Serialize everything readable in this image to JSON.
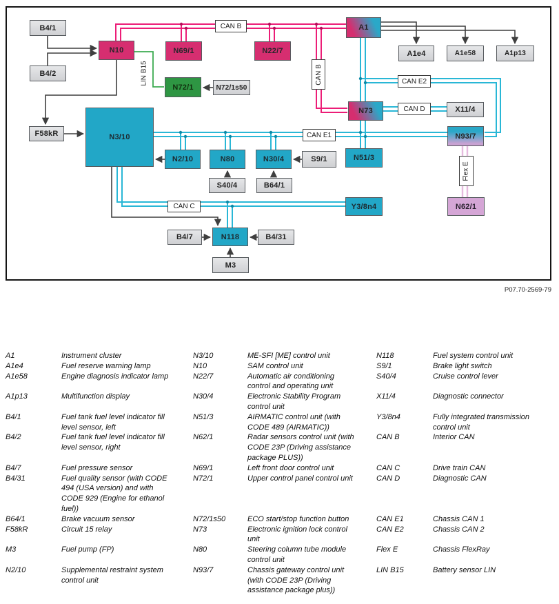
{
  "diagram": {
    "caption": "P07.70-2569-79",
    "boxes": {
      "B4_1": "B4/1",
      "B4_2": "B4/2",
      "N10": "N10",
      "N69_1": "N69/1",
      "N22_7": "N22/7",
      "A1": "A1",
      "A1e4": "A1e4",
      "A1e58": "A1e58",
      "A1p13": "A1p13",
      "N72_1": "N72/1",
      "N72_1s50": "N72/1s50",
      "F58kR": "F58kR",
      "N3_10": "N3/10",
      "N73": "N73",
      "X11_4": "X11/4",
      "N93_7": "N93/7",
      "N2_10": "N2/10",
      "N80": "N80",
      "N30_4": "N30/4",
      "S9_1": "S9/1",
      "N51_3": "N51/3",
      "S40_4": "S40/4",
      "B64_1": "B64/1",
      "Y3_8n4": "Y3/8n4",
      "N62_1": "N62/1",
      "B4_7": "B4/7",
      "N118": "N118",
      "B4_31": "B4/31",
      "M3": "M3"
    },
    "bus_labels": {
      "can_b_top": "CAN B",
      "can_b_vert": "CAN B",
      "can_e2": "CAN E2",
      "can_d": "CAN D",
      "can_e1": "CAN E1",
      "can_c": "CAN C",
      "flex_e": "Flex E",
      "lin_b15": "LIN B15"
    },
    "colors": {
      "can_b_line": "#ec1d77",
      "can_cyan_line": "#29b7d6",
      "flexray_line": "#e5bade",
      "lin_line": "#3cab50",
      "wire_black": "#3f3f3f",
      "box_pink": "#d62e70",
      "box_cyan": "#22a7c7",
      "box_green": "#2e9643",
      "box_purple": "#d5a6d6",
      "box_gray": "#d9dadc"
    }
  },
  "legend": {
    "rows": [
      {
        "c1": "A1",
        "d1": "Instrument cluster",
        "c2": "N3/10",
        "d2": "ME-SFI [ME] control unit",
        "c3": "N118",
        "d3": "Fuel system control unit"
      },
      {
        "c1": "A1e4",
        "d1": "Fuel reserve warning lamp",
        "c2": "N10",
        "d2": "SAM control unit",
        "c3": "S9/1",
        "d3": "Brake light switch"
      },
      {
        "c1": "A1e58",
        "d1": "Engine diagnosis indicator lamp",
        "c2": "N22/7",
        "d2": "Automatic air conditioning control and operating unit",
        "c3": "S40/4",
        "d3": "Cruise control lever"
      },
      {
        "c1": "A1p13",
        "d1": "Multifunction display",
        "c2": "N30/4",
        "d2": "Electronic Stability Program control unit",
        "c3": "X11/4",
        "d3": "Diagnostic connector"
      },
      {
        "c1": "B4/1",
        "d1": "Fuel tank fuel level indicator fill level sensor, left",
        "c2": "N51/3",
        "d2": "AIRMATIC control unit (with CODE 489 (AIRMATIC))",
        "c3": "Y3/8n4",
        "d3": "Fully integrated transmission control unit"
      },
      {
        "c1": "B4/2",
        "d1": "Fuel tank fuel level indicator fill level sensor, right",
        "c2": "N62/1",
        "d2": "Radar sensors control unit (with CODE 23P (Driving assistance package PLUS))",
        "c3": "CAN B",
        "d3": "Interior CAN"
      },
      {
        "c1": "B4/7",
        "d1": "Fuel pressure sensor",
        "c2": "N69/1",
        "d2": "Left front door control unit",
        "c3": "CAN C",
        "d3": "Drive train CAN"
      },
      {
        "c1": "B4/31",
        "d1": "Fuel quality sensor (with CODE 494 (USA version) and with CODE 929 (Engine for ethanol fuel))",
        "c2": "N72/1",
        "d2": "Upper control panel control unit",
        "c3": "CAN D",
        "d3": "Diagnostic CAN"
      },
      {
        "c1": "B64/1",
        "d1": "Brake vacuum sensor",
        "c2": "N72/1s50",
        "d2": "ECO start/stop function button",
        "c3": "CAN E1",
        "d3": "Chassis CAN 1"
      },
      {
        "c1": "F58kR",
        "d1": "Circuit 15 relay",
        "c2": "N73",
        "d2": "Electronic ignition lock control unit",
        "c3": "CAN E2",
        "d3": "Chassis CAN 2"
      },
      {
        "c1": "M3",
        "d1": "Fuel pump (FP)",
        "c2": "N80",
        "d2": "Steering column tube module control unit",
        "c3": "Flex E",
        "d3": "Chassis FlexRay"
      },
      {
        "c1": "N2/10",
        "d1": "Supplemental restraint system control unit",
        "c2": "N93/7",
        "d2": "Chassis gateway control unit (with CODE 23P (Driving assistance package plus))",
        "c3": "LIN B15",
        "d3": "Battery sensor LIN"
      }
    ]
  }
}
